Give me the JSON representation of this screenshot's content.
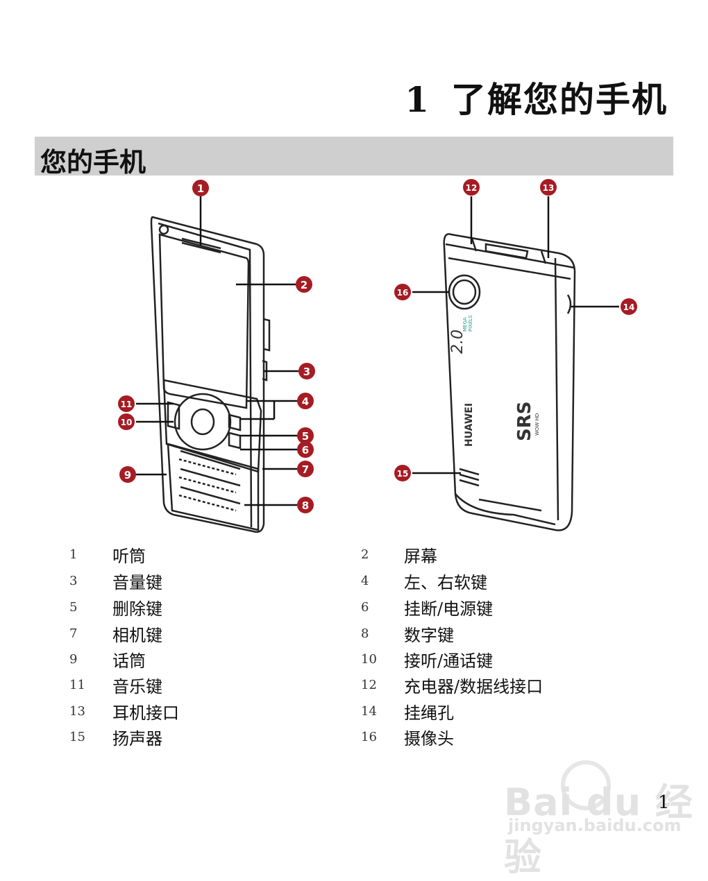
{
  "chapter": {
    "number": "1",
    "title": "了解您的手机"
  },
  "section": {
    "title": "您的手机"
  },
  "callouts": [
    "1",
    "2",
    "3",
    "4",
    "5",
    "6",
    "7",
    "8",
    "9",
    "10",
    "11",
    "12",
    "13",
    "14",
    "15",
    "16"
  ],
  "phone_back_text": {
    "brand": "HUAWEI",
    "camera": "2.0",
    "mega": "MEGA",
    "pixels": "PIXELS",
    "srs": "SRS",
    "wow": "WOW HD"
  },
  "legend": [
    {
      "num": "1",
      "label": "听筒"
    },
    {
      "num": "2",
      "label": "屏幕"
    },
    {
      "num": "3",
      "label": "音量键"
    },
    {
      "num": "4",
      "label": "左、右软键"
    },
    {
      "num": "5",
      "label": "删除键"
    },
    {
      "num": "6",
      "label": "挂断/电源键"
    },
    {
      "num": "7",
      "label": "相机键"
    },
    {
      "num": "8",
      "label": "数字键"
    },
    {
      "num": "9",
      "label": "话筒"
    },
    {
      "num": "10",
      "label": "接听/通话键"
    },
    {
      "num": "11",
      "label": "音乐键"
    },
    {
      "num": "12",
      "label": "充电器/数据线接口"
    },
    {
      "num": "13",
      "label": "耳机接口"
    },
    {
      "num": "14",
      "label": "挂绳孔"
    },
    {
      "num": "15",
      "label": "扬声器"
    },
    {
      "num": "16",
      "label": "摄像头"
    }
  ],
  "page_number": "1",
  "watermark": {
    "brand": "Bai du 经验",
    "url": "jingyan.baidu.com"
  },
  "colors": {
    "callout": "#a61c24",
    "section_bar": "#cfcfcf"
  }
}
